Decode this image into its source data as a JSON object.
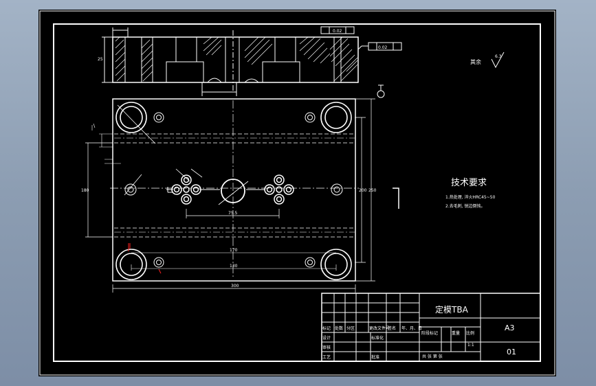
{
  "title_block": {
    "part_name": "定模TBA",
    "sheet_size": "A3",
    "drawing_no": "01",
    "row_labels": [
      "标记",
      "处数",
      "分区",
      "更改文件号",
      "签名",
      "年、月、日"
    ],
    "design_row": [
      "设计",
      "标准化"
    ],
    "review_row": [
      "审核"
    ],
    "craft_row": [
      "工艺",
      "批准"
    ],
    "stage_headers": [
      "阶段标记",
      "重量",
      "比例"
    ],
    "scale": "1:1",
    "sheet_count": "共 张 第 张"
  },
  "tech_requirements": {
    "heading": "技术要求",
    "items": [
      "1.热处理, 淬火HRC45~50",
      "2.去毛刺, 锐边倒钝。"
    ]
  },
  "roughness": {
    "label": "其余",
    "value": "6.3"
  },
  "dimensions": {
    "total_width": "300",
    "inner_width": "170",
    "hole_span": "130",
    "height": "250",
    "height_inner": "200",
    "left_span": "180",
    "gate_span": "75.5",
    "side_height": "25",
    "flatness": "0.02",
    "parallelism": "0.02"
  },
  "colors": {
    "line": "#ffffff",
    "red_mark": "#ff2020",
    "background": "#000000"
  }
}
